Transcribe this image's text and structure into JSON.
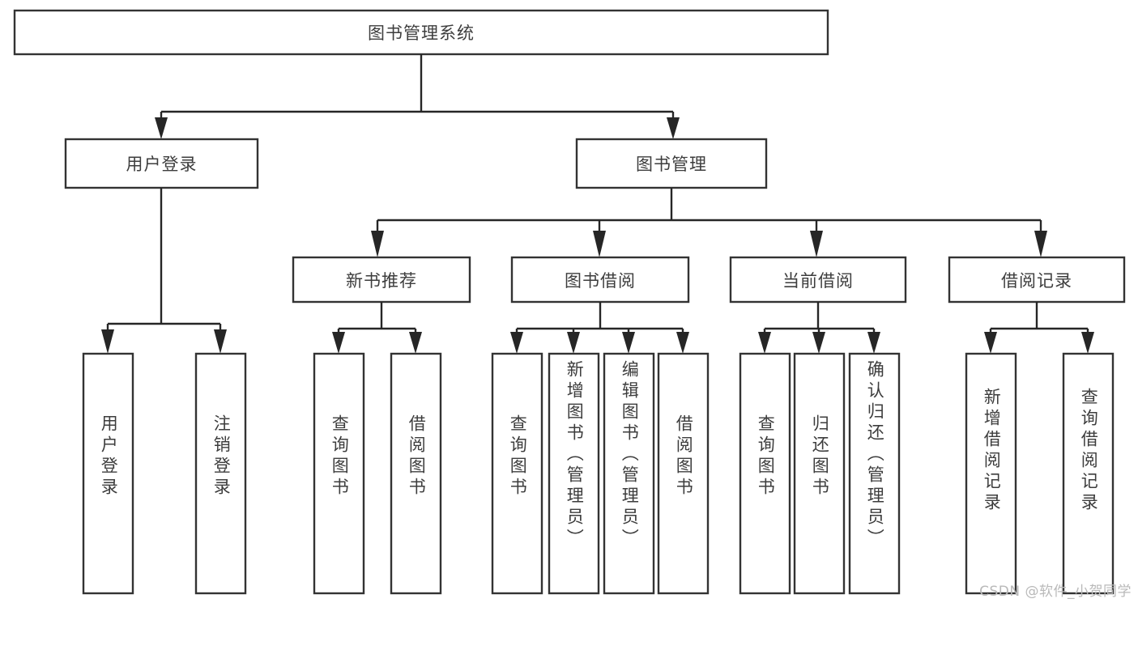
{
  "diagram": {
    "title": "图书管理系统",
    "type": "tree-hierarchy",
    "watermark": "CSDN @软件_小贺同学",
    "colors": {
      "box_stroke": "#333333",
      "box_fill": "#ffffff",
      "connector": "#262626",
      "text": "#3d3d3d",
      "watermark": "#b9b9b9",
      "background": "#ffffff"
    },
    "root": {
      "label": "图书管理系统"
    },
    "level2": [
      {
        "label": "用户登录"
      },
      {
        "label": "图书管理"
      }
    ],
    "level3": [
      {
        "label": "新书推荐"
      },
      {
        "label": "图书借阅"
      },
      {
        "label": "当前借阅"
      },
      {
        "label": "借阅记录"
      }
    ],
    "leaves": {
      "user_login": [
        {
          "label": "用户登录"
        },
        {
          "label": "注销登录"
        }
      ],
      "new_book_recommend": [
        {
          "label": "查询图书"
        },
        {
          "label": "借阅图书"
        }
      ],
      "book_borrow": [
        {
          "label": "查询图书"
        },
        {
          "label": "新增图书（管理员）"
        },
        {
          "label": "编辑图书（管理员）"
        },
        {
          "label": "借阅图书"
        }
      ],
      "current_borrow": [
        {
          "label": "查询图书"
        },
        {
          "label": "归还图书"
        },
        {
          "label": "确认归还（管理员）"
        }
      ],
      "borrow_record": [
        {
          "label": "新增借阅记录"
        },
        {
          "label": "查询借阅记录"
        }
      ]
    }
  }
}
